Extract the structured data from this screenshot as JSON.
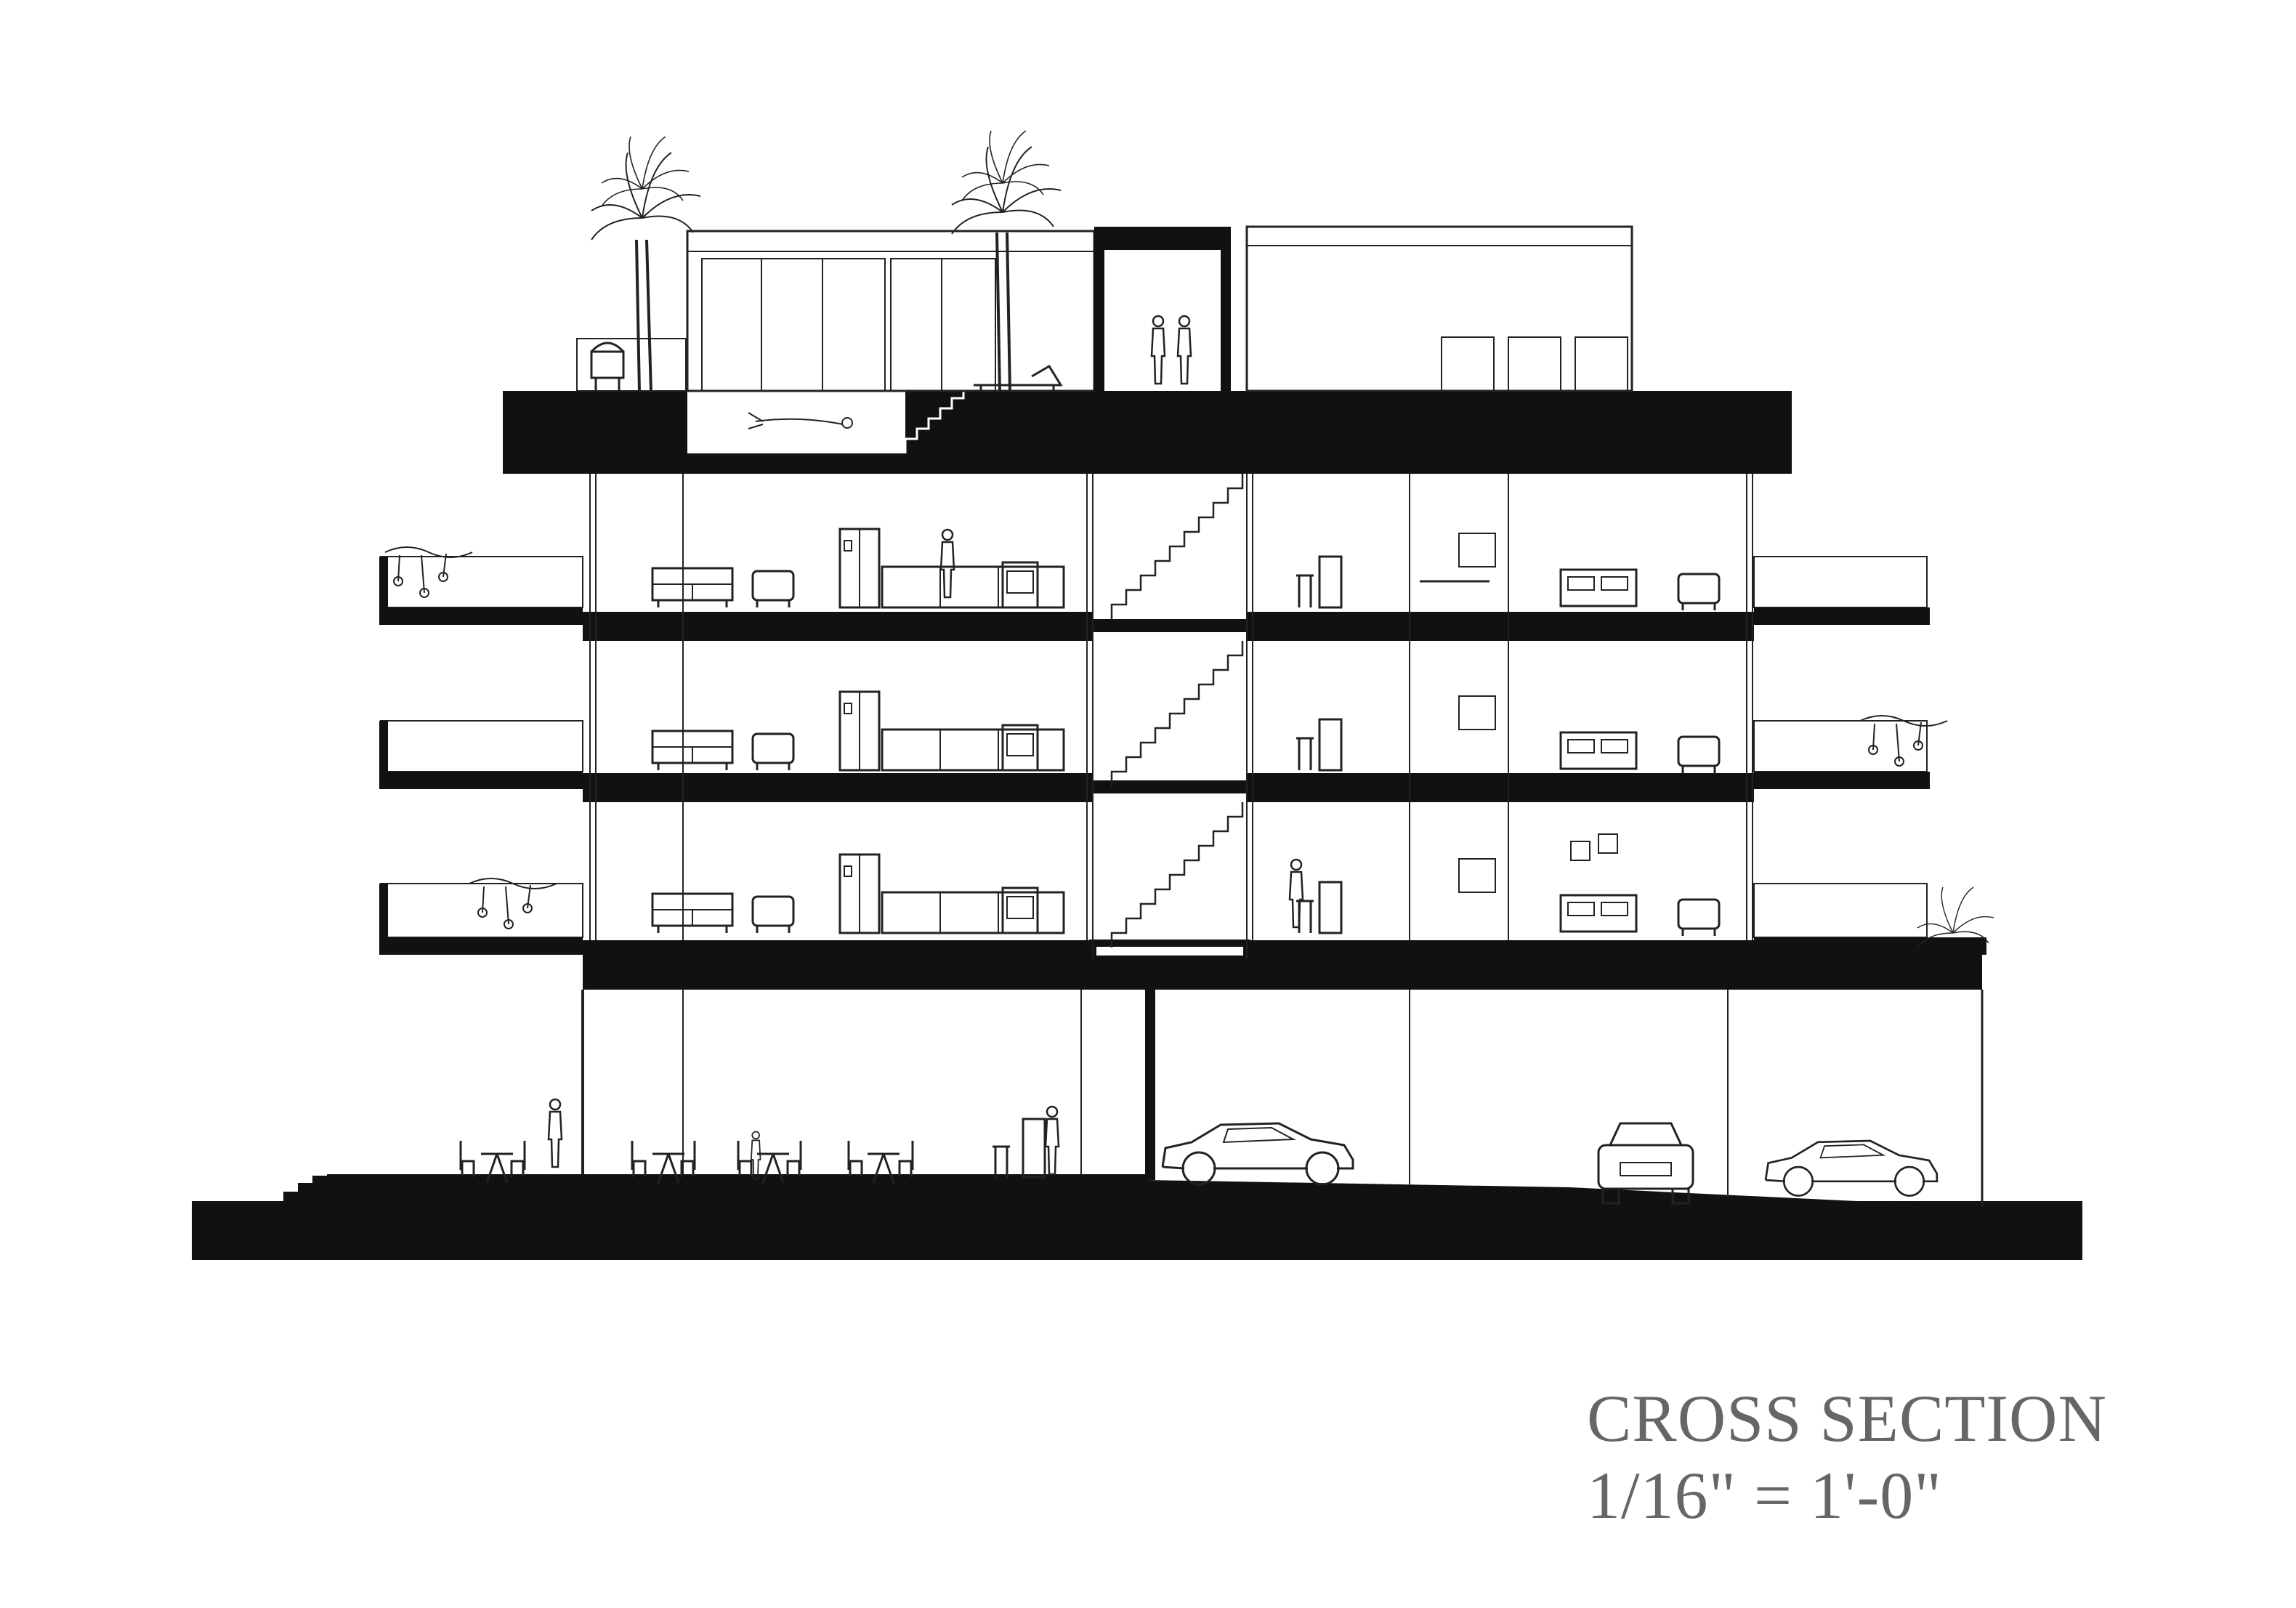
{
  "title": "CROSS SECTION",
  "scale": "1/16\" = 1'-0\"",
  "colors": {
    "solid": "#111111",
    "line": "#222222",
    "label": "#666666"
  },
  "drawing": {
    "levels": [
      "roof-deck",
      "level-3",
      "level-2",
      "level-1",
      "ground"
    ],
    "elements": [
      "palm-tree",
      "grill",
      "pool",
      "stairs",
      "kitchen",
      "sofa",
      "bed",
      "balcony",
      "vines",
      "car",
      "cafe-table",
      "person"
    ]
  }
}
